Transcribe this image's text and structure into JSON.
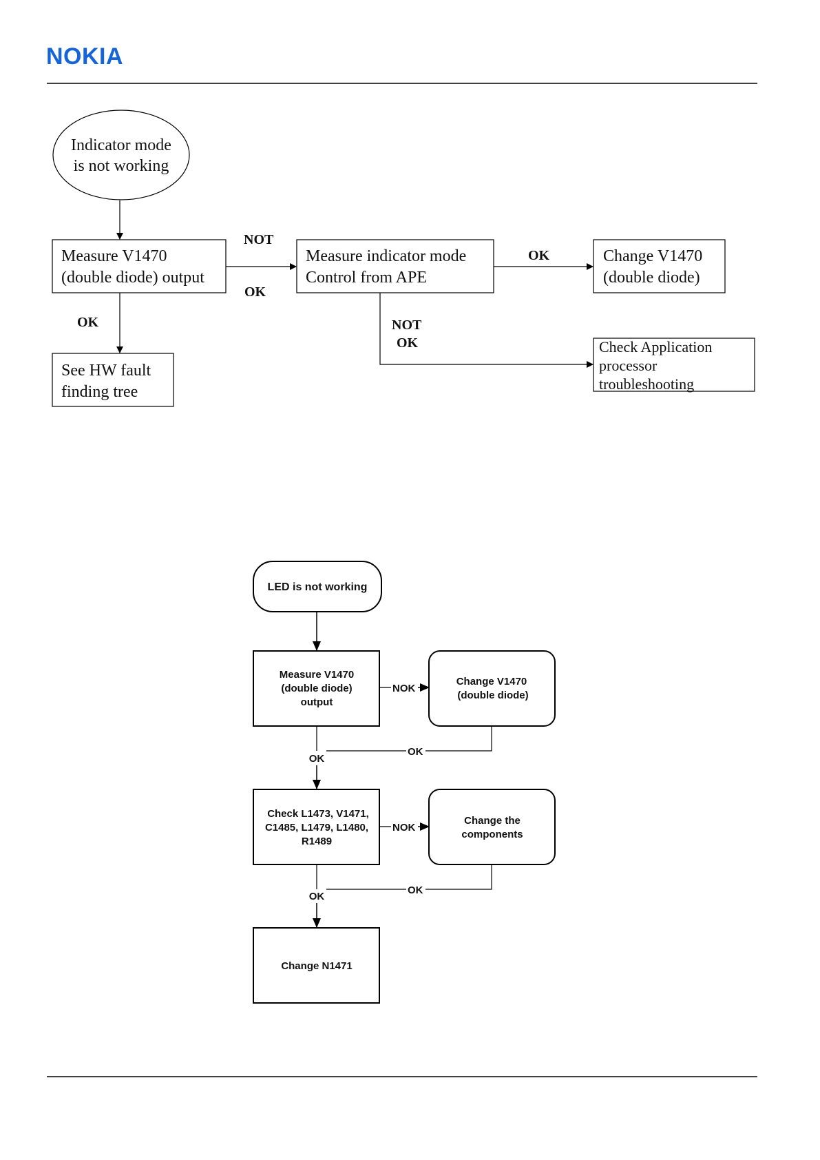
{
  "header": {
    "logo_text": "NOKIA",
    "logo_color": "#1565d8"
  },
  "colors": {
    "line": "#000000",
    "text": "#111111"
  },
  "flow1": {
    "start": [
      "Indicator mode",
      "is not working"
    ],
    "measure_v1470": [
      "Measure V1470",
      "(double diode) output"
    ],
    "measure_indicator": [
      "Measure indicator mode",
      "Control from APE"
    ],
    "change_v1470": [
      "Change V1470",
      "(double diode)"
    ],
    "see_hw": [
      "See HW fault",
      "finding tree"
    ],
    "check_app": [
      "Check Application",
      "processor",
      "troubleshooting"
    ],
    "label_not": "NOT",
    "label_ok_under": "OK",
    "label_ok_right": "OK",
    "label_ok_down": "OK",
    "label_not_ok": [
      "NOT",
      "OK"
    ]
  },
  "flow2": {
    "start": "LED is not working",
    "measure": [
      "Measure V1470",
      "(double diode)",
      "output"
    ],
    "change_v1470": [
      "Change V1470",
      "(double diode)"
    ],
    "check": [
      "Check L1473, V1471,",
      "C1485, L1479, L1480,",
      "R1489"
    ],
    "change_components": [
      "Change  the",
      "components"
    ],
    "change_n1471": "Change N1471",
    "nok_1": "NOK",
    "ok_return_1": "OK",
    "ok_down_1": "OK",
    "nok_2": "NOK",
    "ok_return_2": "OK",
    "ok_down_2": "OK"
  }
}
